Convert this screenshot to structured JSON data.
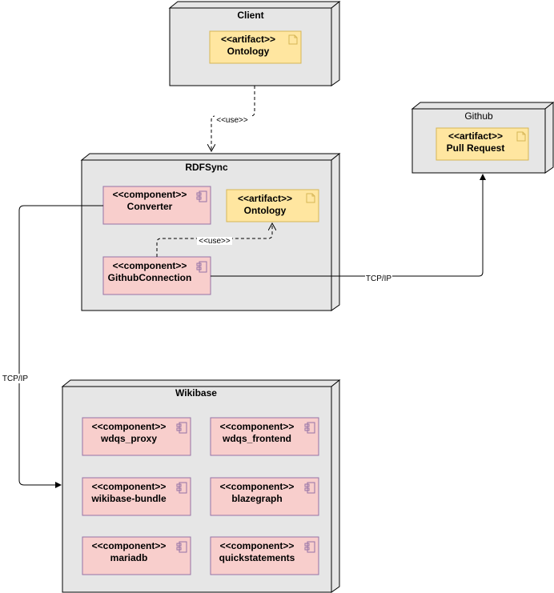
{
  "nodes": {
    "client": {
      "title": "Client"
    },
    "github": {
      "title": "Github"
    },
    "rdfsync": {
      "title": "RDFSync"
    },
    "wikibase": {
      "title": "Wikibase"
    }
  },
  "stereotypes": {
    "artifact": "<<artifact>>",
    "component": "<<component>>"
  },
  "artifacts": {
    "client_ontology": "Ontology",
    "github_pull_request": "Pull Request",
    "rdfsync_ontology": "Ontology"
  },
  "components": {
    "converter": "Converter",
    "github_connection": "GithubConnection",
    "wdqs_proxy": "wdqs_proxy",
    "wdqs_frontend": "wdqs_frontend",
    "wikibase_bundle": "wikibase-bundle",
    "blazegraph": "blazegraph",
    "mariadb": "mariadb",
    "quickstatements": "quickstatements"
  },
  "edges": {
    "client_use": "<<use>>",
    "rdfsync_use": "<<use>>",
    "github_tcp": "TCP/IP",
    "wikibase_tcp": "TCP/IP"
  },
  "colors": {
    "node_fill": "#e6e6e6",
    "component_fill": "#f8cecc",
    "component_stroke": "#9673a6",
    "artifact_fill": "#ffe6a0",
    "artifact_stroke": "#d6b656"
  }
}
